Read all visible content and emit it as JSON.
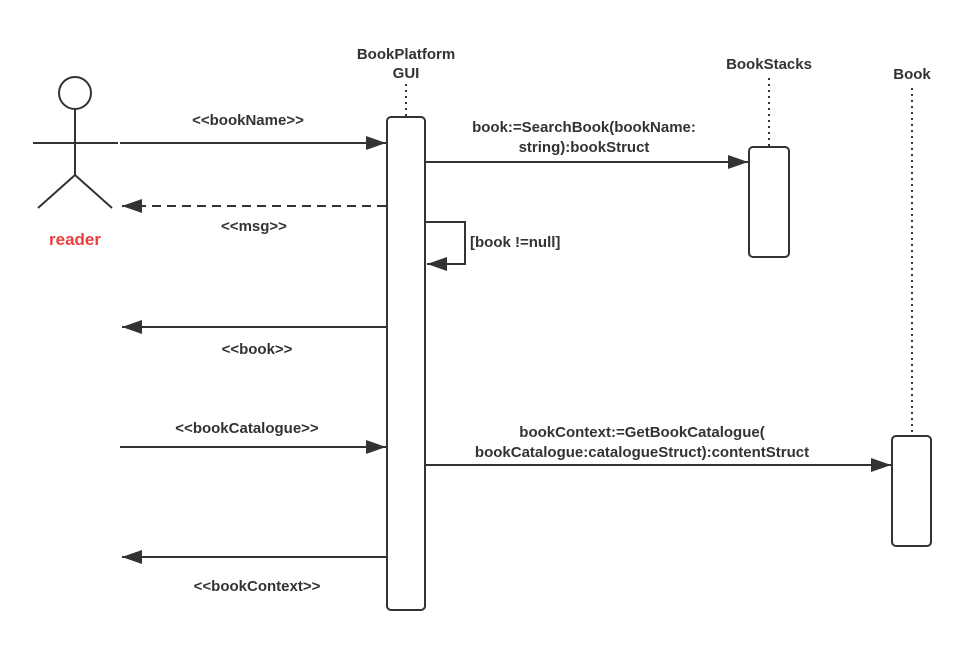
{
  "actor": {
    "name": "reader",
    "color": "#e8403f"
  },
  "lifelines": {
    "gui": {
      "title_line1": "BookPlatform",
      "title_line2": "GUI"
    },
    "stacks": {
      "title": "BookStacks"
    },
    "book": {
      "title": "Book"
    }
  },
  "messages": {
    "m1": {
      "text": "<<bookName>>"
    },
    "m2": {
      "text_line1": "book:=SearchBook(bookName:",
      "text_line2": "string):bookStruct"
    },
    "m3": {
      "text": "<<msg>>"
    },
    "m4": {
      "text": "[book !=null]"
    },
    "m5": {
      "text": "<<book>>"
    },
    "m6": {
      "text": "<<bookCatalogue>>"
    },
    "m7": {
      "text_line1": "bookContext:=GetBookCatalogue(",
      "text_line2": "bookCatalogue:catalogueStruct):contentStruct"
    },
    "m8": {
      "text": "<<bookContext>>"
    }
  },
  "colors": {
    "line": "#333333"
  }
}
